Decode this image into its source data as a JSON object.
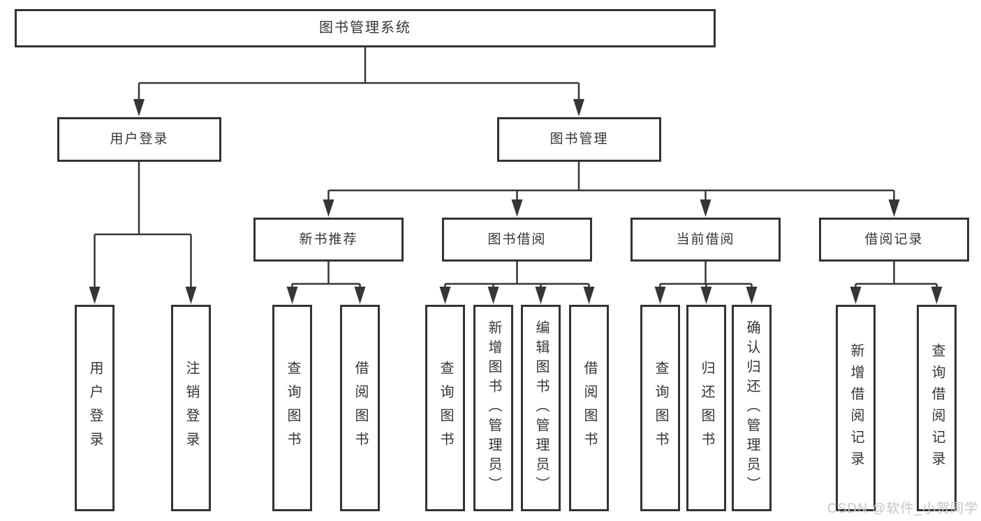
{
  "diagram": {
    "root": {
      "label": "图书管理系统"
    },
    "user_login": {
      "label": "用户登录",
      "children": [
        {
          "label": "用户登录"
        },
        {
          "label": "注销登录"
        }
      ]
    },
    "book_management": {
      "label": "图书管理",
      "new_book_recommend": {
        "label": "新书推荐",
        "children": [
          {
            "label": "查询图书"
          },
          {
            "label": "借阅图书"
          }
        ]
      },
      "book_borrowing": {
        "label": "图书借阅",
        "children": [
          {
            "label": "查询图书"
          },
          {
            "label": "新增图书（管理员）"
          },
          {
            "label": "编辑图书（管理员）"
          },
          {
            "label": "借阅图书"
          }
        ]
      },
      "current_borrowing": {
        "label": "当前借阅",
        "children": [
          {
            "label": "查询图书"
          },
          {
            "label": "归还图书"
          },
          {
            "label": "确认归还（管理员）"
          }
        ]
      },
      "borrowing_records": {
        "label": "借阅记录",
        "children": [
          {
            "label": "新增借阅记录"
          },
          {
            "label": "查询借阅记录"
          }
        ]
      }
    }
  },
  "watermark": {
    "text": "CSDN @软件_小贺同学"
  },
  "colors": {
    "line": "#363636",
    "border": "#333333",
    "text": "#353535",
    "watermark": "#c6c6c6",
    "background": "#ffffff"
  }
}
